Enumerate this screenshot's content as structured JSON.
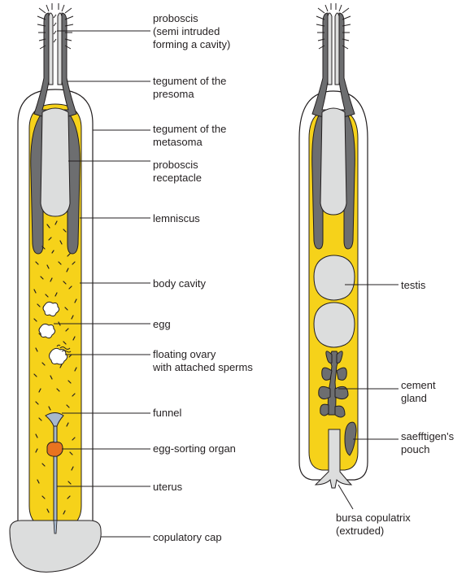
{
  "colors": {
    "body_yellow": "#f6d21a",
    "grey_dark": "#6d6e70",
    "grey_light": "#dcdddd",
    "outline": "#231f20",
    "egg_sorting_orange": "#e9731f",
    "funnel_blue": "#a7b8cc"
  },
  "female": {
    "labels": {
      "proboscis": [
        "proboscis",
        "(semi intruded",
        "forming a cavity)"
      ],
      "tegument_presoma": [
        "tegument of the",
        "presoma"
      ],
      "tegument_metasoma": [
        "tegument of the",
        "metasoma"
      ],
      "proboscis_receptacle": [
        "proboscis",
        "receptacle"
      ],
      "lemniscus": [
        "lemniscus"
      ],
      "body_cavity": [
        "body cavity"
      ],
      "egg": [
        "egg"
      ],
      "floating_ovary": [
        "floating ovary",
        "with attached sperms"
      ],
      "funnel": [
        "funnel"
      ],
      "egg_sorting_organ": [
        "egg-sorting organ"
      ],
      "uterus": [
        "uterus"
      ],
      "copulatory_cap": [
        "copulatory cap"
      ]
    }
  },
  "male": {
    "labels": {
      "testis": [
        "testis"
      ],
      "cement_gland": [
        "cement",
        "gland"
      ],
      "saefftigens_pouch": [
        "saefftigen's",
        "pouch"
      ],
      "bursa_copulatrix": [
        "bursa copulatrix",
        "(extruded)"
      ]
    }
  }
}
